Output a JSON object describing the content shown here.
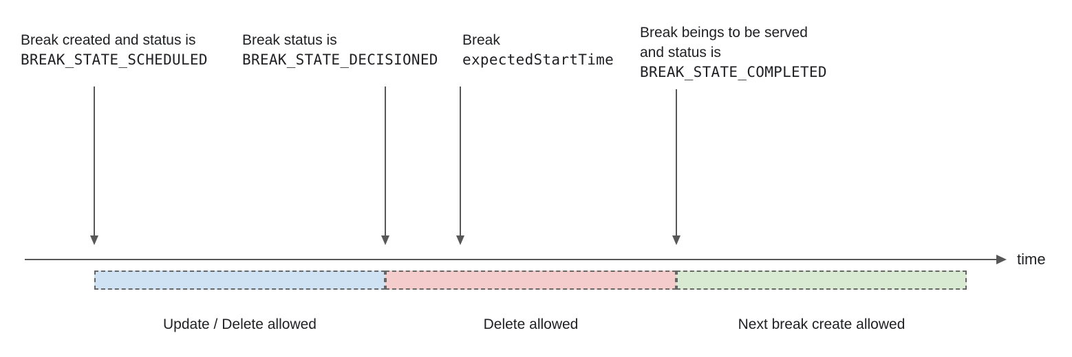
{
  "annotations": [
    {
      "line1": "Break created and status is",
      "line2": "BREAK_STATE_SCHEDULED"
    },
    {
      "line1": "Break status is",
      "line2": "BREAK_STATE_DECISIONED"
    },
    {
      "line1": "Break",
      "line2": "expectedStartTime"
    },
    {
      "line1": "Break beings to be served",
      "line2": "and status is",
      "line3": "BREAK_STATE_COMPLETED"
    }
  ],
  "timeline": {
    "axis_label": "time"
  },
  "segments": [
    {
      "label": "Update / Delete allowed",
      "fill": "#cfe2f3"
    },
    {
      "label": "Delete allowed",
      "fill": "#f4cccc"
    },
    {
      "label": "Next break create allowed",
      "fill": "#d9ead3"
    }
  ],
  "colors": {
    "arrow": "#575757",
    "dashed_border": "#666666",
    "text": "#202124"
  }
}
